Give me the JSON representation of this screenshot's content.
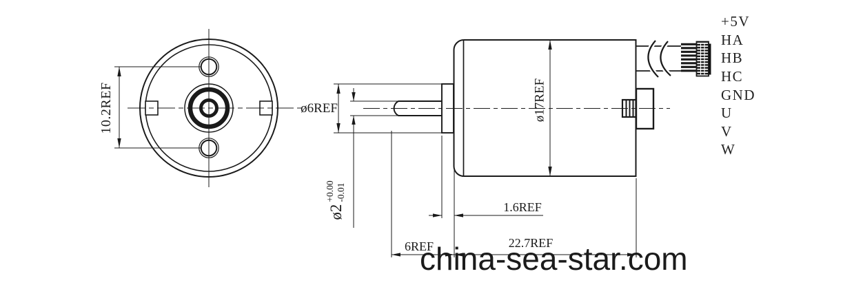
{
  "drawing": {
    "front_view": {
      "hole_spacing_dim": "10.2REF"
    },
    "side_view": {
      "boss_diameter_dim": "ø6REF",
      "shaft_diameter_dim": "ø2",
      "shaft_tolerance_upper": "+0.00",
      "shaft_tolerance_lower": "-0.01",
      "body_diameter_dim": "ø17REF",
      "boss_length_dim": "1.6REF",
      "shaft_length_dim": "6REF",
      "body_length_dim": "22.7REF"
    },
    "wire_labels": [
      "+5V",
      "HA",
      "HB",
      "HC",
      "GND",
      "U",
      "V",
      "W"
    ]
  },
  "watermark": "china-sea-star.com",
  "colors": {
    "ink": "#1a1a1a",
    "watermark_text": "#1b1b1b"
  }
}
